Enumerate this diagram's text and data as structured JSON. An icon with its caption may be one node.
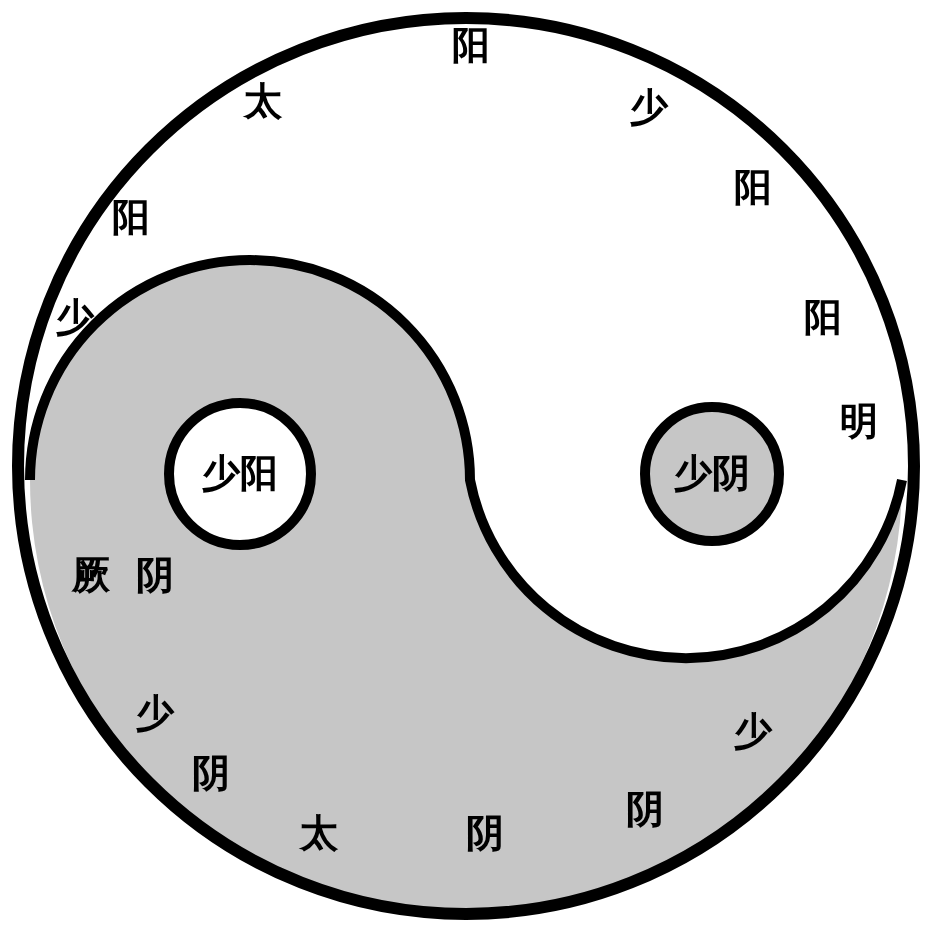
{
  "diagram": {
    "nodes": [
      {
        "text": [
          "少阳"
        ]
      },
      {
        "text": [
          "少阴"
        ]
      }
    ],
    "labels": [
      "少阳",
      "太阳",
      "少阳",
      "阳明",
      "厥阴",
      "少阴",
      "太阴",
      "少阴"
    ]
  }
}
